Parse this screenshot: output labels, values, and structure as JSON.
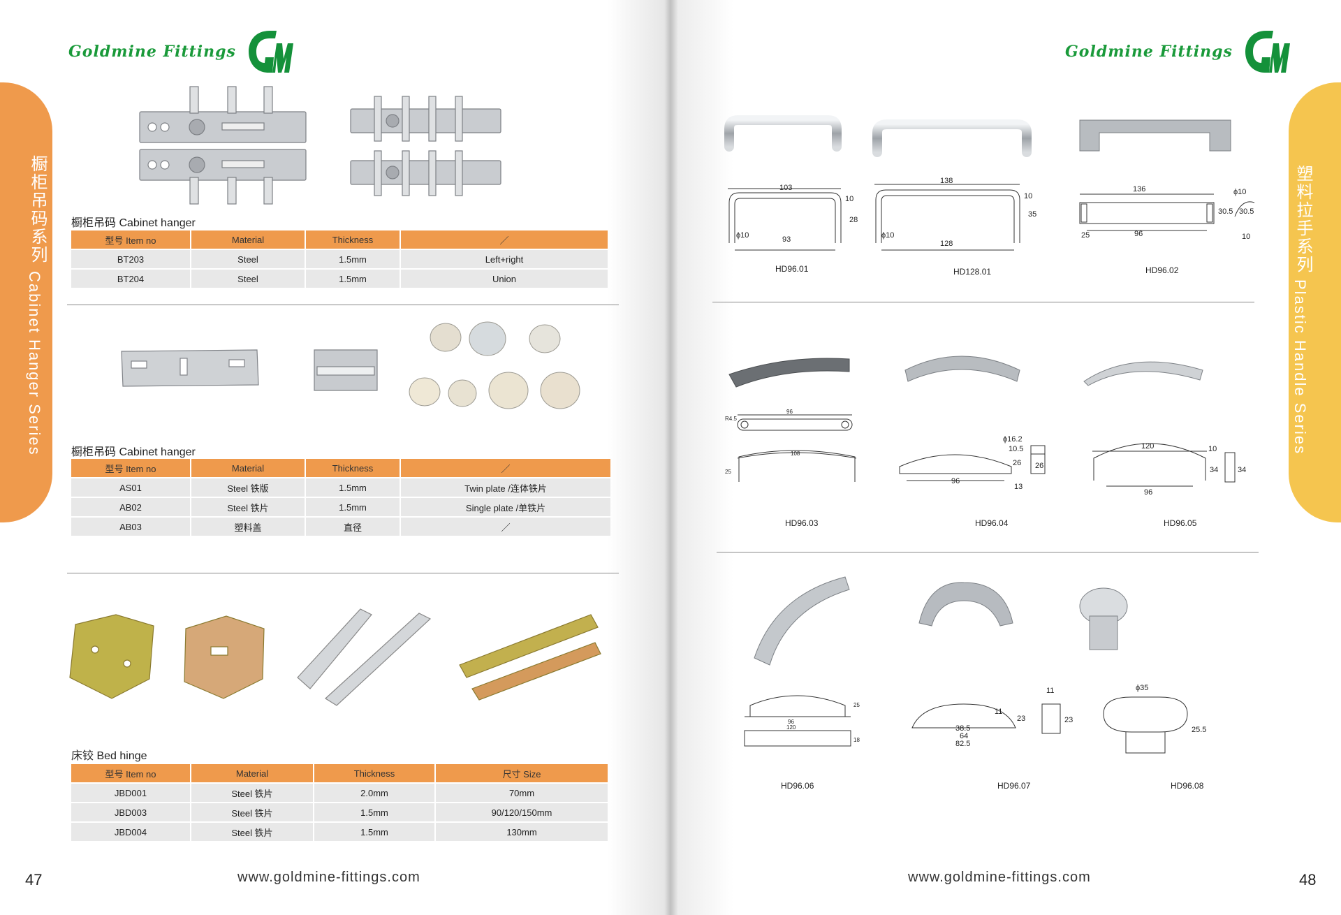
{
  "brand": {
    "name": "Goldmine Fittings",
    "logo": "GM"
  },
  "left": {
    "side_tab_cn": "橱柜吊码系列",
    "side_tab_en": "Cabinet Hanger Series",
    "page_number": "47",
    "url": "www.goldmine-fittings.com",
    "section1": {
      "title": "橱柜吊码  Cabinet hanger",
      "headers": [
        "型号 Item no",
        "Material",
        "Thickness",
        "／"
      ],
      "rows": [
        [
          "BT203",
          "Steel",
          "1.5mm",
          "Left+right"
        ],
        [
          "BT204",
          "Steel",
          "1.5mm",
          "Union"
        ]
      ]
    },
    "section2": {
      "title": "橱柜吊码  Cabinet hanger",
      "headers": [
        "型号 Item no",
        "Material",
        "Thickness",
        "／"
      ],
      "rows": [
        [
          "AS01",
          "Steel 铁版",
          "1.5mm",
          "Twin plate /连体铁片"
        ],
        [
          "AB02",
          "Steel 铁片",
          "1.5mm",
          "Single plate /单铁片"
        ],
        [
          "AB03",
          "塑料盖",
          "直径",
          "／"
        ]
      ]
    },
    "section3": {
      "title": "床铰    Bed hinge",
      "headers": [
        "型号 Item no",
        "Material",
        "Thickness",
        "尺寸 Size"
      ],
      "rows": [
        [
          "JBD001",
          "Steel 铁片",
          "2.0mm",
          "70mm"
        ],
        [
          "JBD003",
          "Steel 铁片",
          "1.5mm",
          "90/120/150mm"
        ],
        [
          "JBD004",
          "Steel 铁片",
          "1.5mm",
          "130mm"
        ]
      ]
    }
  },
  "right": {
    "side_tab_cn": "塑料拉手系列",
    "side_tab_en": "Plastic Handle Series",
    "page_number": "48",
    "url": "www.goldmine-fittings.com",
    "products": [
      {
        "code": "HD96.01",
        "dims": [
          "103",
          "93",
          "ϕ10",
          "10",
          "28"
        ]
      },
      {
        "code": "HD128.01",
        "dims": [
          "138",
          "128",
          "ϕ10",
          "10",
          "35"
        ]
      },
      {
        "code": "HD96.02",
        "dims": [
          "136",
          "96",
          "25",
          "ϕ10",
          "30.5",
          "30.5",
          "10"
        ]
      },
      {
        "code": "HD96.03",
        "dims": [
          "96",
          "108",
          "R4.5",
          "25"
        ]
      },
      {
        "code": "HD96.04",
        "dims": [
          "ϕ16.2",
          "10.5",
          "96",
          "26",
          "26",
          "13"
        ]
      },
      {
        "code": "HD96.05",
        "dims": [
          "120",
          "96",
          "34",
          "10",
          "34"
        ]
      },
      {
        "code": "HD96.06",
        "dims": [
          "96",
          "120",
          "25",
          "18"
        ]
      },
      {
        "code": "HD96.07",
        "dims": [
          "11",
          "11",
          "23",
          "23",
          "38.5",
          "64",
          "82.5"
        ]
      },
      {
        "code": "HD96.08",
        "dims": [
          "ϕ35",
          "25.5"
        ]
      }
    ]
  }
}
